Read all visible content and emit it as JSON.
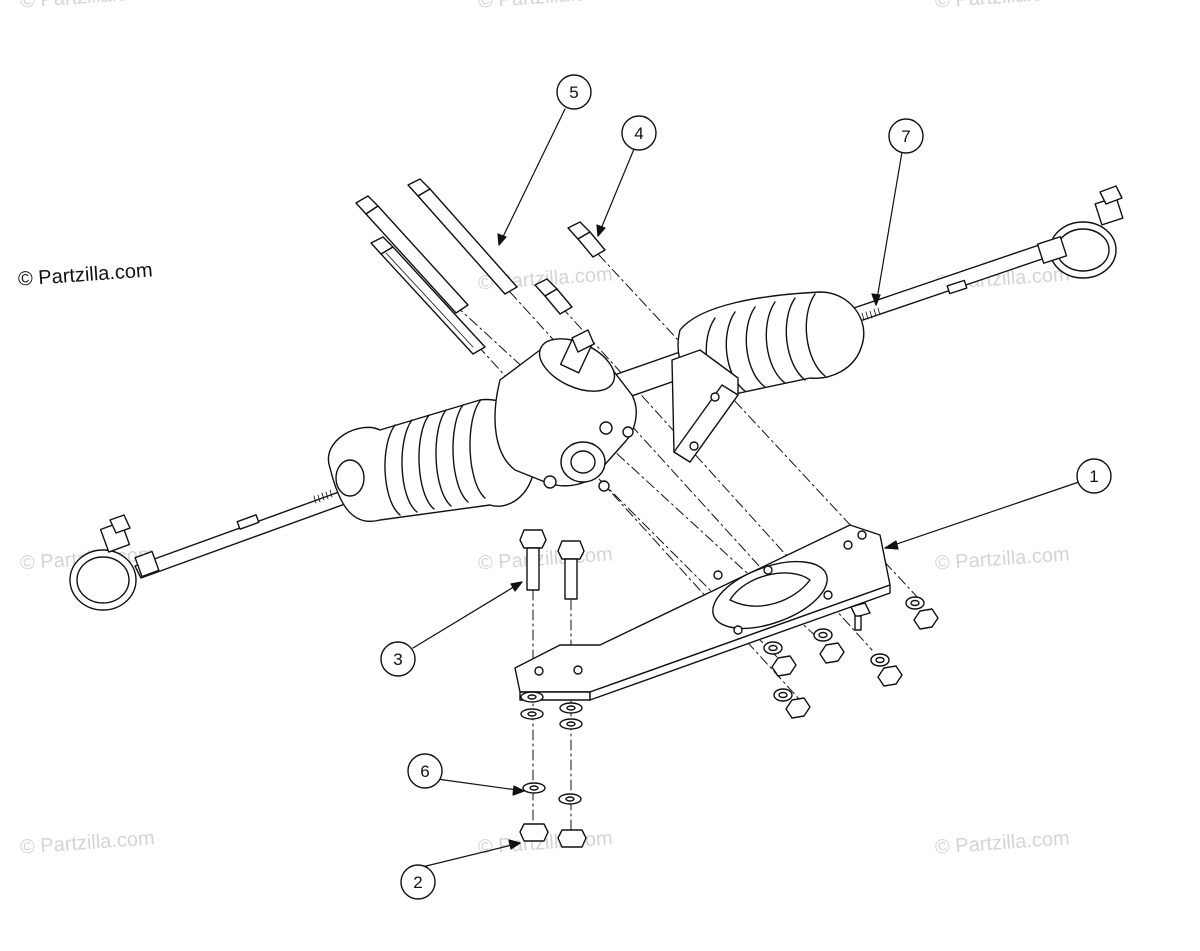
{
  "copyright": "© Partzilla.com",
  "watermark_text": "© Partzilla.com",
  "callouts": [
    {
      "number": "1"
    },
    {
      "number": "2"
    },
    {
      "number": "3"
    },
    {
      "number": "4"
    },
    {
      "number": "5"
    },
    {
      "number": "6"
    },
    {
      "number": "7"
    }
  ],
  "colors": {
    "line": "#111111",
    "fill": "#ffffff",
    "watermark": "#d4d4d4"
  }
}
